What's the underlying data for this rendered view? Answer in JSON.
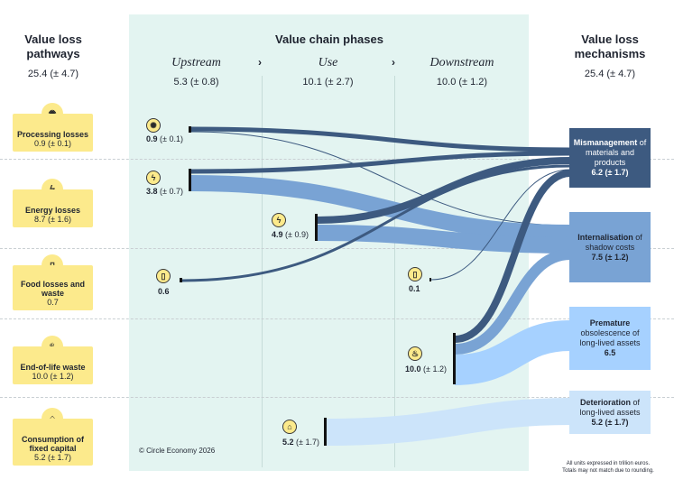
{
  "pathways": {
    "heading": "Value loss\npathways",
    "total": "25.4 (± 4.7)",
    "items": [
      {
        "name": "Processing losses",
        "value": "0.9 (± 0.1)",
        "icon": "gear-icon"
      },
      {
        "name": "Energy losses",
        "value": "8.7 (± 1.6)",
        "icon": "lightning-icon"
      },
      {
        "name": "Food losses and waste",
        "value": "0.7",
        "icon": "food-jar-icon"
      },
      {
        "name": "End-of-life waste",
        "value": "10.0 (± 1.2)",
        "icon": "waste-bag-icon"
      },
      {
        "name": "Consumption of fixed capital",
        "value": "5.2 (± 1.7)",
        "icon": "factory-icon"
      }
    ]
  },
  "phases": {
    "heading": "Value chain phases",
    "items": [
      {
        "name": "Upstream",
        "value": "5.3 (± 0.8)"
      },
      {
        "name": "Use",
        "value": "10.1 (± 2.7)"
      },
      {
        "name": "Downstream",
        "value": "10.0 (± 1.2)"
      }
    ],
    "separator": "›"
  },
  "mechanisms": {
    "heading": "Value loss\nmechanisms",
    "total": "25.4 (± 4.7)",
    "items": [
      {
        "name": "Mismanagement",
        "rest": "of materials and products",
        "value": "6.2 (± 1.7)",
        "color": "#3d5a80",
        "text_color": "#ffffff"
      },
      {
        "name": "Internalisation",
        "rest": "of shadow costs",
        "value": "7.5 (± 1.2)",
        "color": "#79a3d4",
        "text_color": "#1f2430"
      },
      {
        "name": "Premature",
        "rest": "obsolescence of long-lived assets",
        "value": "6.5",
        "color": "#a6d1ff",
        "text_color": "#1f2430"
      },
      {
        "name": "Deterioration",
        "rest": "of long-lived assets",
        "value": "5.2 (± 1.7)",
        "color": "#cce4fa",
        "text_color": "#1f2430"
      }
    ]
  },
  "nodes": [
    {
      "value": "0.9",
      "err": " (± 0.1)",
      "icon": "gear-icon"
    },
    {
      "value": "3.8",
      "err": " (± 0.7)",
      "icon": "lightning-icon"
    },
    {
      "value": "4.9",
      "err": " (± 0.9)",
      "icon": "lightning-icon"
    },
    {
      "value": "0.6",
      "err": "",
      "icon": "food-jar-icon"
    },
    {
      "value": "0.1",
      "err": "",
      "icon": "food-jar-icon"
    },
    {
      "value": "10.0",
      "err": " (± 1.2)",
      "icon": "waste-bag-icon"
    },
    {
      "value": "5.2",
      "err": " (± 1.7)",
      "icon": "factory-icon"
    }
  ],
  "colors": {
    "panel": "#e3f4f1",
    "highlight": "#fcea8c",
    "mismanagement": "#3d5a80",
    "internalisation": "#79a3d4",
    "premature": "#a6d1ff",
    "deterioration": "#cce4fa"
  },
  "copyright": "© Circle Economy 2026",
  "footnote_1": "All units expressed in trillion euros.",
  "footnote_2": "Totals may not match due to rounding."
}
